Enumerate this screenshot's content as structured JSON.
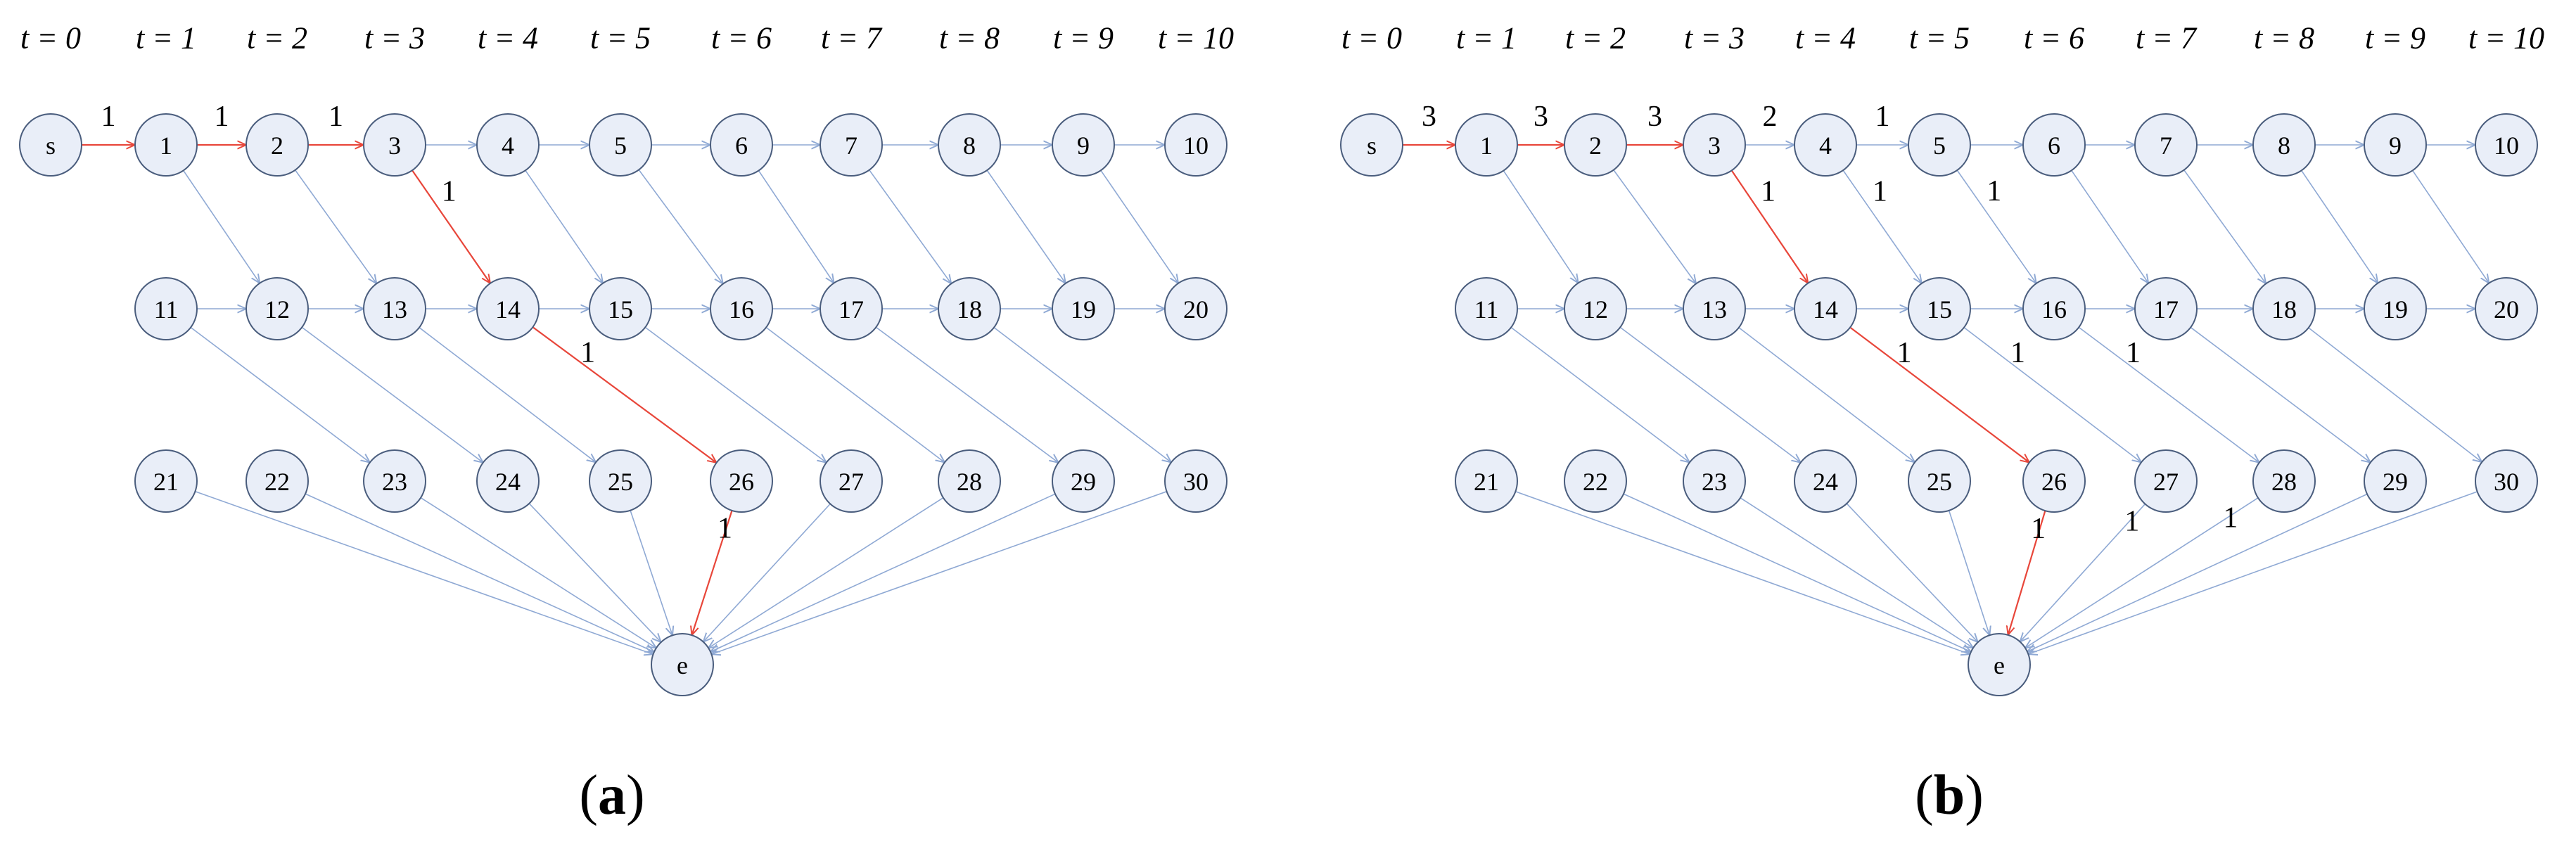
{
  "panels": [
    {
      "id": "a",
      "label_letter": "a",
      "time_labels": [
        "t = 0",
        "t = 1",
        "t = 2",
        "t = 3",
        "t = 4",
        "t = 5",
        "t = 6",
        "t = 7",
        "t = 8",
        "t = 9",
        "t = 10"
      ],
      "nodes": [
        "s",
        "1",
        "2",
        "3",
        "4",
        "5",
        "6",
        "7",
        "8",
        "9",
        "10",
        "11",
        "12",
        "13",
        "14",
        "15",
        "16",
        "17",
        "18",
        "19",
        "20",
        "21",
        "22",
        "23",
        "24",
        "25",
        "26",
        "27",
        "28",
        "29",
        "30",
        "e"
      ],
      "highlighted_edges": [
        [
          "s",
          "1"
        ],
        [
          "1",
          "2"
        ],
        [
          "2",
          "3"
        ],
        [
          "3",
          "14"
        ],
        [
          "14",
          "26"
        ],
        [
          "26",
          "e"
        ]
      ],
      "flow_labels": [
        {
          "edge": [
            "s",
            "1"
          ],
          "text": "1"
        },
        {
          "edge": [
            "1",
            "2"
          ],
          "text": "1"
        },
        {
          "edge": [
            "2",
            "3"
          ],
          "text": "1"
        },
        {
          "edge": [
            "3",
            "14"
          ],
          "text": "1"
        },
        {
          "edge": [
            "14",
            "26"
          ],
          "text": "1"
        },
        {
          "edge": [
            "26",
            "e"
          ],
          "text": "1"
        }
      ]
    },
    {
      "id": "b",
      "label_letter": "b",
      "time_labels": [
        "t = 0",
        "t = 1",
        "t = 2",
        "t = 3",
        "t = 4",
        "t = 5",
        "t = 6",
        "t = 7",
        "t = 8",
        "t = 9",
        "t = 10"
      ],
      "nodes": [
        "s",
        "1",
        "2",
        "3",
        "4",
        "5",
        "6",
        "7",
        "8",
        "9",
        "10",
        "11",
        "12",
        "13",
        "14",
        "15",
        "16",
        "17",
        "18",
        "19",
        "20",
        "21",
        "22",
        "23",
        "24",
        "25",
        "26",
        "27",
        "28",
        "29",
        "30",
        "e"
      ],
      "highlighted_edges": [
        [
          "s",
          "1"
        ],
        [
          "1",
          "2"
        ],
        [
          "2",
          "3"
        ],
        [
          "3",
          "14"
        ],
        [
          "14",
          "26"
        ],
        [
          "26",
          "e"
        ]
      ],
      "flow_labels": [
        {
          "edge": [
            "s",
            "1"
          ],
          "text": "3"
        },
        {
          "edge": [
            "1",
            "2"
          ],
          "text": "3"
        },
        {
          "edge": [
            "2",
            "3"
          ],
          "text": "3"
        },
        {
          "edge": [
            "3",
            "4"
          ],
          "text": "2"
        },
        {
          "edge": [
            "4",
            "5"
          ],
          "text": "1"
        },
        {
          "edge": [
            "3",
            "14"
          ],
          "text": "1"
        },
        {
          "edge": [
            "4",
            "15"
          ],
          "text": "1"
        },
        {
          "edge": [
            "5",
            "16"
          ],
          "text": "1"
        },
        {
          "edge": [
            "14",
            "26"
          ],
          "text": "1"
        },
        {
          "edge": [
            "15",
            "27"
          ],
          "text": "1"
        },
        {
          "edge": [
            "16",
            "28"
          ],
          "text": "1"
        },
        {
          "edge": [
            "26",
            "e"
          ],
          "text": "1"
        },
        {
          "edge": [
            "27",
            "e"
          ],
          "text": "1"
        },
        {
          "edge": [
            "28",
            "e"
          ],
          "text": "1"
        }
      ]
    }
  ],
  "colors": {
    "edge": "#8fa9d4",
    "highlight": "#e8463a",
    "node_fill": "#e9eef8",
    "node_stroke": "#4a5d7d"
  }
}
